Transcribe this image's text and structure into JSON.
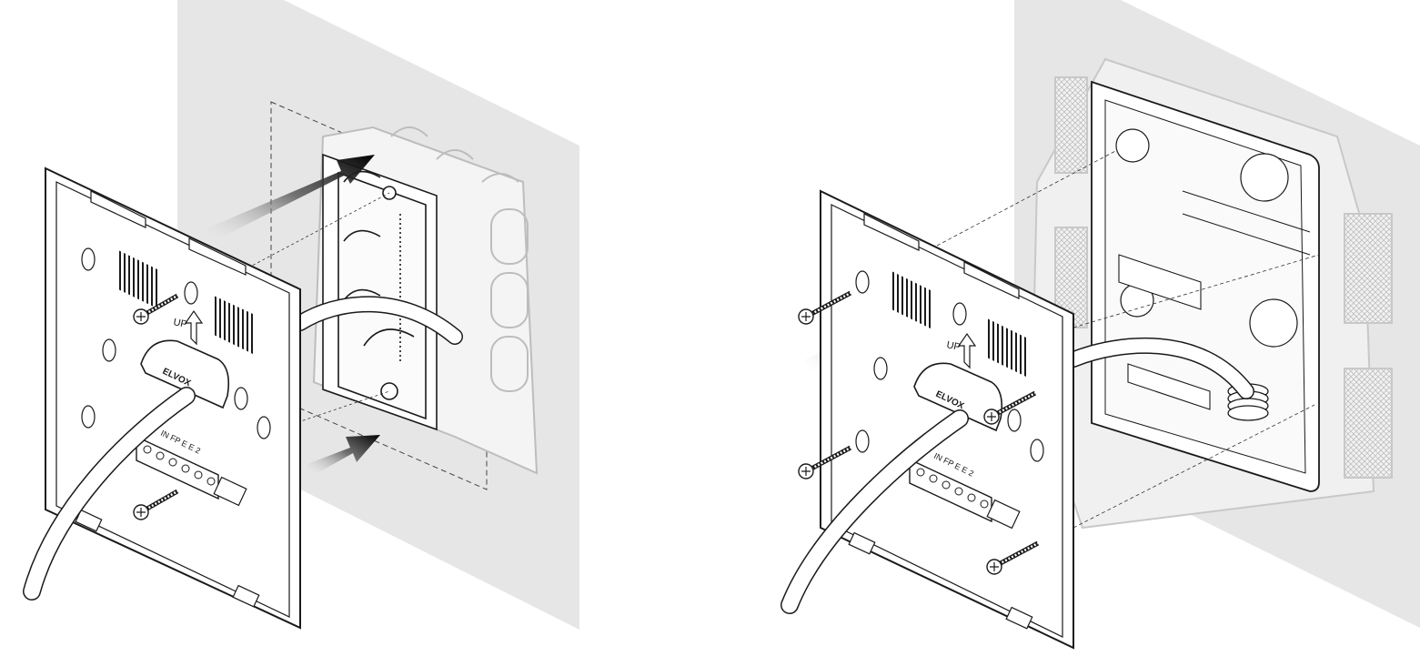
{
  "figures": [
    {
      "id": "left",
      "markings": {
        "up": "UP",
        "logo": "ELVOX",
        "terminals": "IN FP E E 2"
      }
    },
    {
      "id": "right",
      "markings": {
        "up": "UP",
        "logo": "ELVOX",
        "terminals": "IN FP E E 2"
      }
    }
  ],
  "colors": {
    "wall": "#e6e6e6",
    "stroke": "#1a1a1a",
    "box_ghost": "#c8c8c8",
    "arrow": "#111111",
    "cable": "#ffffff"
  }
}
